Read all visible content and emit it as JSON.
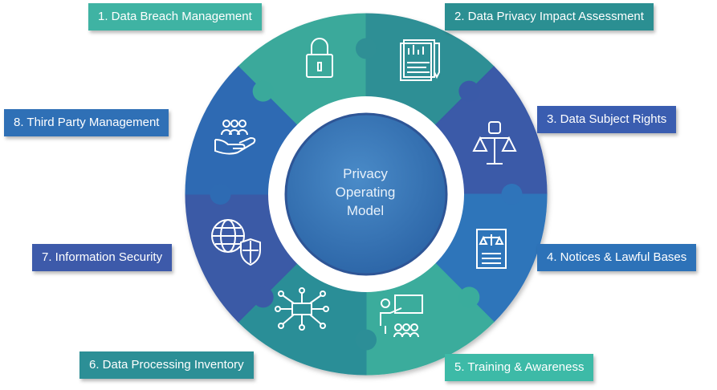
{
  "center": {
    "lines": [
      "Privacy",
      "Operating",
      "Model"
    ]
  },
  "segments": [
    {
      "label": "1. Data Breach Management",
      "icon": "padlock-icon",
      "color": "#3aa99b",
      "label_color": "#3fb3a3"
    },
    {
      "label": "2. Data Privacy Impact Assessment",
      "icon": "document-chart-icon",
      "color": "#2f8f95",
      "label_color": "#2b8f92"
    },
    {
      "label": "3. Data Subject Rights",
      "icon": "justice-scale-fist-icon",
      "color": "#3a5aa8",
      "label_color": "#3a5db0"
    },
    {
      "label": "4. Notices & Lawful Bases",
      "icon": "legal-notice-icon",
      "color": "#2f74ba",
      "label_color": "#2d72b8"
    },
    {
      "label": "5. Training & Awareness",
      "icon": "presentation-trainer-icon",
      "color": "#3aac9c",
      "label_color": "#3dbaa7"
    },
    {
      "label": "6. Data Processing Inventory",
      "icon": "data-flow-hub-icon",
      "color": "#2c8e97",
      "label_color": "#2c8f96"
    },
    {
      "label": "7. Information Security",
      "icon": "globe-shield-icon",
      "color": "#3b5aa6",
      "label_color": "#3d5aaa"
    },
    {
      "label": "8. Third Party Management",
      "icon": "people-hand-icon",
      "color": "#2e6bb3",
      "label_color": "#2f70b6"
    }
  ],
  "colors": {
    "hub": "#3578b8",
    "hub_border": "#2e4f8f",
    "ring_bg": "#ffffff"
  }
}
